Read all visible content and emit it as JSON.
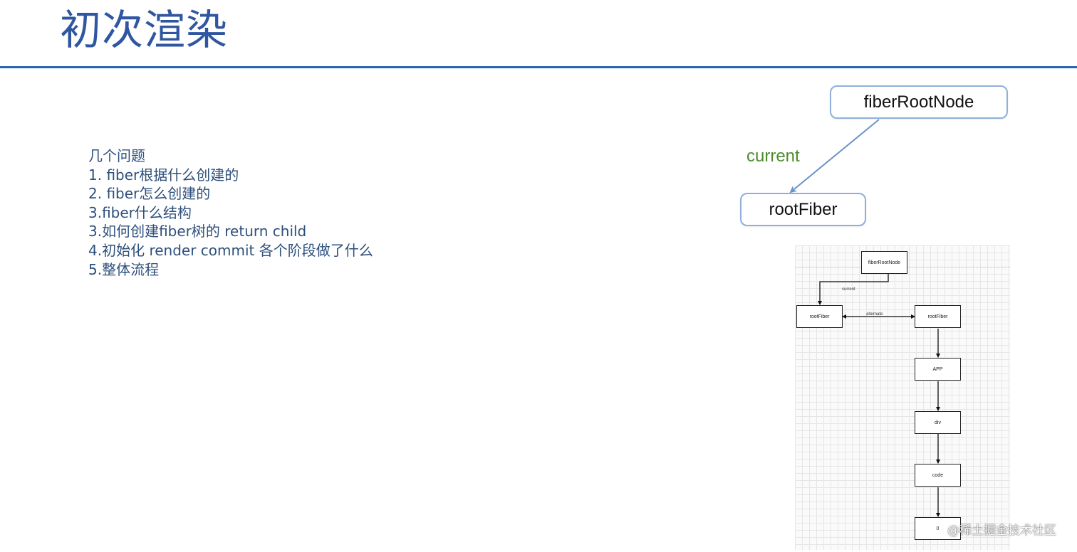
{
  "slide": {
    "title": "初次渲染"
  },
  "questions": {
    "heading": "几个问题",
    "items": [
      "1. fiber根据什么创建的",
      "2. fiber怎么创建的",
      "3.fiber什么结构",
      "3.如何创建fiber树的 return child",
      "4.初始化 render commit 各个阶段做了什么",
      "5.整体流程"
    ]
  },
  "top_diagram": {
    "root_node": "fiberRootNode",
    "fiber_node": "rootFiber",
    "edge_label": "current",
    "node_border_color": "#8fb0da",
    "edge_color": "#6a93c8",
    "label_color": "#4e8a2c"
  },
  "grid_diagram": {
    "root_node": "fiberRootNode",
    "current_fiber": "rootFiber",
    "alternate_fiber": "rootFiber",
    "current_label": "current",
    "alternate_label": "alternate",
    "chain": [
      "APP",
      "div",
      "code",
      "0"
    ]
  },
  "watermark": {
    "text": "@稀土掘金技术社区"
  }
}
